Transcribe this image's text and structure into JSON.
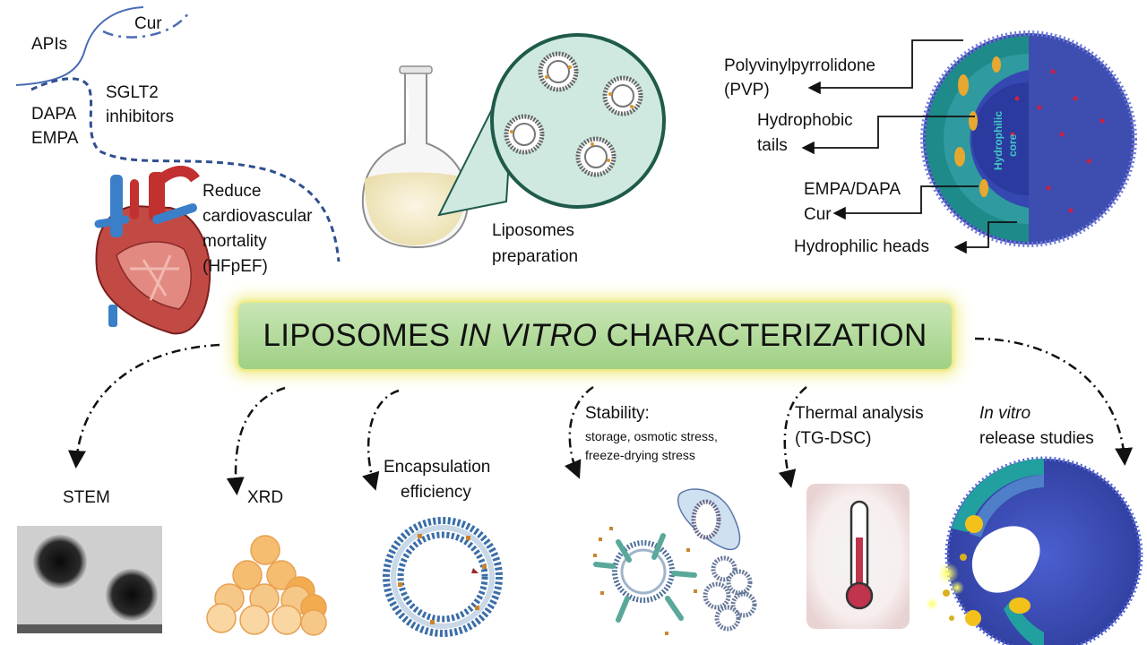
{
  "title": {
    "part1": "LIPOSOMES ",
    "part2": "IN VITRO",
    "part3": " CHARACTERIZATION"
  },
  "top_left": {
    "apis": "APIs",
    "cur": "Cur",
    "sglt2_line1": "SGLT2",
    "sglt2_line2": "inhibitors",
    "dapa": "DAPA",
    "empa": "EMPA",
    "reduce_line1": "Reduce",
    "reduce_line2": "cardiovascular",
    "reduce_line3": "mortality",
    "reduce_line4": "(HFpEF)"
  },
  "prep": {
    "line1": "Liposomes",
    "line2": "preparation"
  },
  "structure": {
    "pvp_line1": "Polyvinylpyrrolidone",
    "pvp_line2": "(PVP)",
    "tails_line1": "Hydrophobic",
    "tails_line2": "tails",
    "drug_line1": "EMPA/DAPA",
    "drug_line2": "Cur",
    "heads": "Hydrophilic heads",
    "core_line1": "Hydrophilic",
    "core_line2": "core"
  },
  "methods": {
    "stem": "STEM",
    "xrd": "XRD",
    "enc_line1": "Encapsulation",
    "enc_line2": "efficiency",
    "stab_title": "Stability:",
    "stab_line1": "storage, osmotic stress,",
    "stab_line2": "freeze-drying stress",
    "thermal_line1": "Thermal analysis",
    "thermal_line2": "(TG-DSC)",
    "release_line1": "In vitro",
    "release_line2": "release studies"
  },
  "colors": {
    "title_green": "#a9d58f",
    "glow": "#f0eb78",
    "dash_blue": "#2f4f8f",
    "liposome_blue": "#3f4fb5",
    "teal": "#1f8a8a"
  }
}
